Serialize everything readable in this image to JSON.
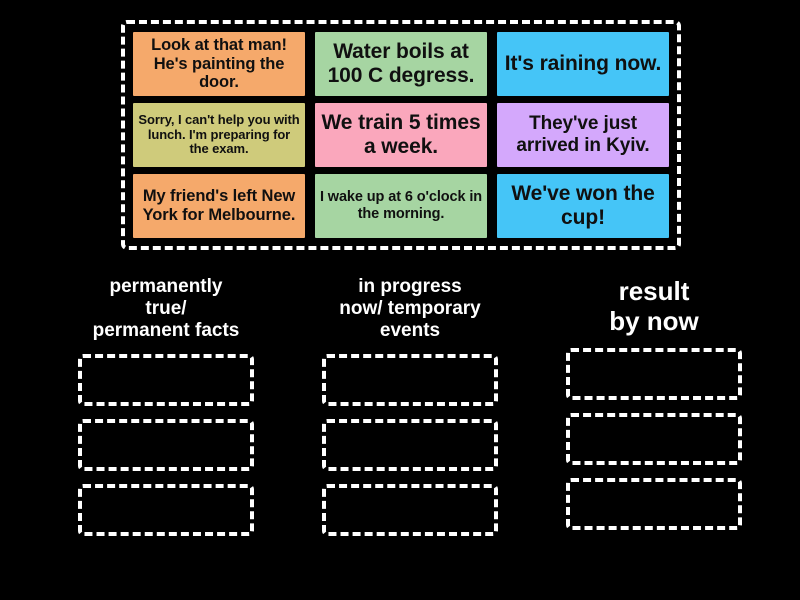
{
  "background_color": "#000000",
  "tray": {
    "border_color": "#ffffff",
    "tiles": [
      {
        "text": "Look at that man! He's painting the door.",
        "color": "#F5A96B",
        "size": "fs-md"
      },
      {
        "text": "Water boils at 100 C degress.",
        "color": "#A6D5A2",
        "size": "fs-xl"
      },
      {
        "text": "It's raining now.",
        "color": "#45C5F7",
        "size": "fs-xl"
      },
      {
        "text": "Sorry, I can't help you with lunch. I'm preparing for the exam.",
        "color": "#CFCB7B",
        "size": "fs-xs"
      },
      {
        "text": "We train 5 times a week.",
        "color": "#FAA7BC",
        "size": "fs-xl"
      },
      {
        "text": "They've just arrived in Kyiv.",
        "color": "#D4A8FC",
        "size": "fs-lg"
      },
      {
        "text": "My friend's left New York for Melbourne.",
        "color": "#F5A96B",
        "size": "fs-md"
      },
      {
        "text": "I wake up at 6 o'clock in the morning.",
        "color": "#A6D5A2",
        "size": "fs-sm"
      },
      {
        "text": "We've won the cup!",
        "color": "#45C5F7",
        "size": "fs-xl"
      }
    ]
  },
  "categories": [
    {
      "title": "permanently\ntrue/\npermanent facts",
      "title_size": "size-normal",
      "slots": 3
    },
    {
      "title": "in progress\nnow/ temporary\nevents",
      "title_size": "size-normal",
      "slots": 3
    },
    {
      "title": "result\nby now",
      "title_size": "size-large",
      "slots": 3
    }
  ]
}
